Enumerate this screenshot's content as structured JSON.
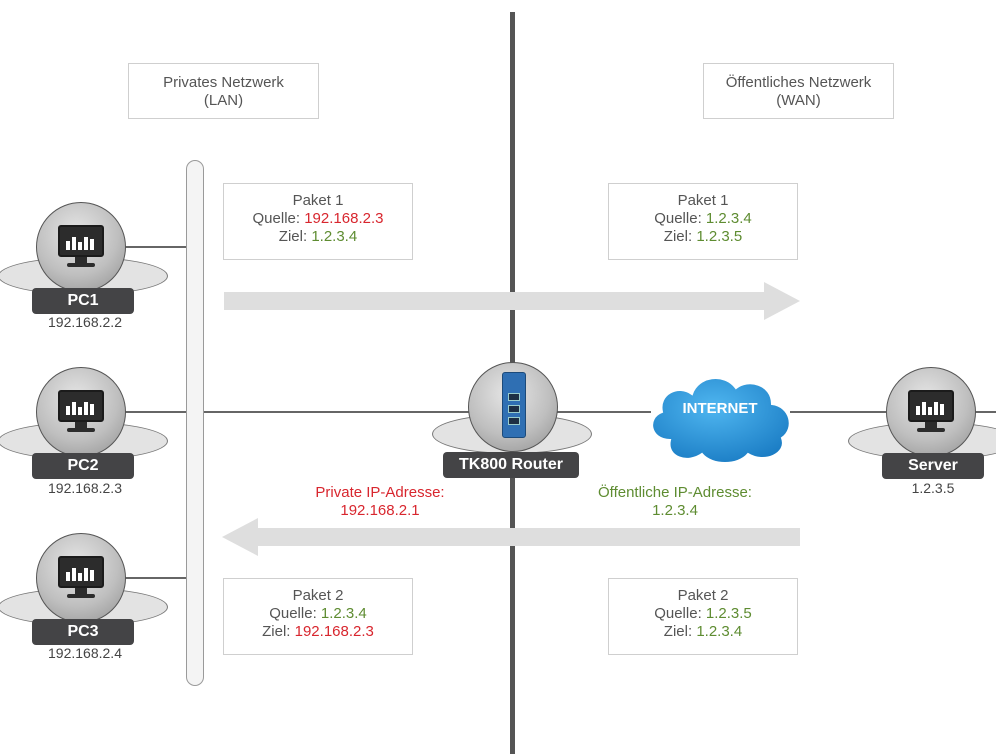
{
  "zones": {
    "lan": {
      "line1": "Privates Netzwerk",
      "line2": "(LAN)"
    },
    "wan": {
      "line1": "Öffentliches Netzwerk",
      "line2": "(WAN)"
    }
  },
  "packets": {
    "p1_lan": {
      "title": "Paket 1",
      "src_label": "Quelle: ",
      "src": "192.168.2.3",
      "dst_label": "Ziel: ",
      "dst": "1.2.3.4"
    },
    "p1_wan": {
      "title": "Paket 1",
      "src_label": "Quelle: ",
      "src": "1.2.3.4",
      "dst_label": "Ziel: ",
      "dst": "1.2.3.5"
    },
    "p2_lan": {
      "title": "Paket 2",
      "src_label": "Quelle: ",
      "src": "1.2.3.4",
      "dst_label": "Ziel: ",
      "dst": "192.168.2.3"
    },
    "p2_wan": {
      "title": "Paket 2",
      "src_label": "Quelle: ",
      "src": "1.2.3.5",
      "dst_label": "Ziel: ",
      "dst": "1.2.3.4"
    }
  },
  "devices": {
    "pc1": {
      "label": "PC1",
      "ip": "192.168.2.2"
    },
    "pc2": {
      "label": "PC2",
      "ip": "192.168.2.3"
    },
    "pc3": {
      "label": "PC3",
      "ip": "192.168.2.4"
    },
    "server": {
      "label": "Server",
      "ip": "1.2.3.5"
    },
    "router": {
      "label": "TK800 Router"
    }
  },
  "internet": {
    "label": "INTERNET"
  },
  "addresses": {
    "private": {
      "label": "Private IP-Adresse:",
      "ip": "192.168.2.1"
    },
    "public": {
      "label": "Öffentliche IP-Adresse:",
      "ip": "1.2.3.4"
    }
  },
  "colors": {
    "private": "#d8262e",
    "public": "#5e8c31",
    "router": "#2f6fb3",
    "cloud": "#1f8fd6",
    "arrow": "#dedede"
  },
  "icons": {
    "device": "monitor-chart-icon",
    "cloud": "cloud-icon",
    "router": "router-device-icon"
  }
}
